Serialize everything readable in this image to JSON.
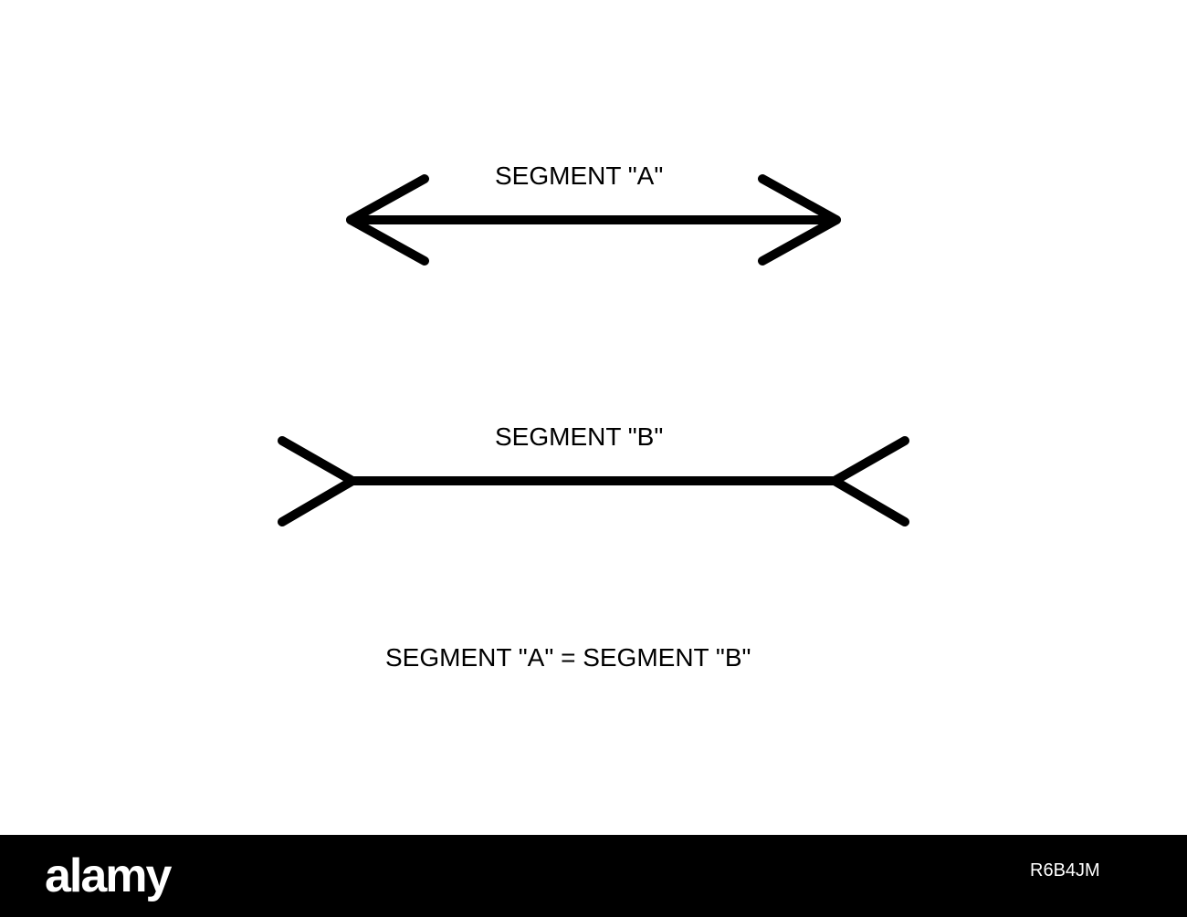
{
  "diagram": {
    "segment_a_label": "SEGMENT \"A\"",
    "segment_b_label": "SEGMENT \"B\"",
    "equation": "SEGMENT \"A\" = SEGMENT \"B\"",
    "stroke_color": "#000000",
    "background_color": "#ffffff"
  },
  "footer": {
    "brand": "alamy",
    "image_id": "R6B4JM",
    "background_color": "#000000"
  }
}
